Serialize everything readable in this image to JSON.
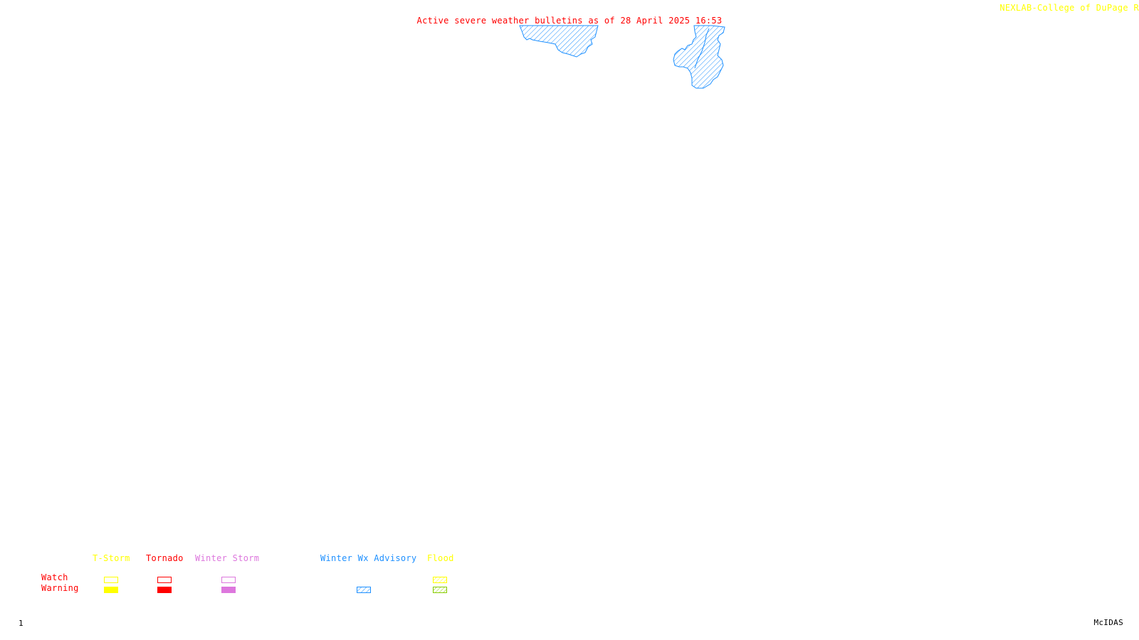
{
  "title": "Active severe weather bulletins as of 28 April 2025 16:53",
  "credit": "NEXLAB-College of DuPage R",
  "legend": {
    "rows": {
      "watch": "Watch",
      "warning": "Warning"
    },
    "categories": [
      {
        "label": "T-Storm",
        "color": "#ffff00",
        "watch": "outline",
        "warning": "solid"
      },
      {
        "label": "Tornado",
        "color": "#ff0000",
        "watch": "outline",
        "warning": "solid"
      },
      {
        "label": "Winter Storm",
        "color": "#dd77dd",
        "watch": "outline",
        "warning": "solid"
      },
      {
        "label": "Winter Wx Advisory",
        "color": "#1e90ff",
        "watch": "none",
        "warning": "hatched"
      },
      {
        "label": "Flood",
        "color": "#ffff00",
        "watch": "hatched",
        "warning": "hatched-green"
      }
    ]
  },
  "colors": {
    "title": "#ff0000",
    "credit": "#ffff00",
    "advisory": "#1e90ff",
    "flood_warning": "#88cc00"
  },
  "footer": {
    "frame": "1",
    "software": "McIDAS"
  }
}
